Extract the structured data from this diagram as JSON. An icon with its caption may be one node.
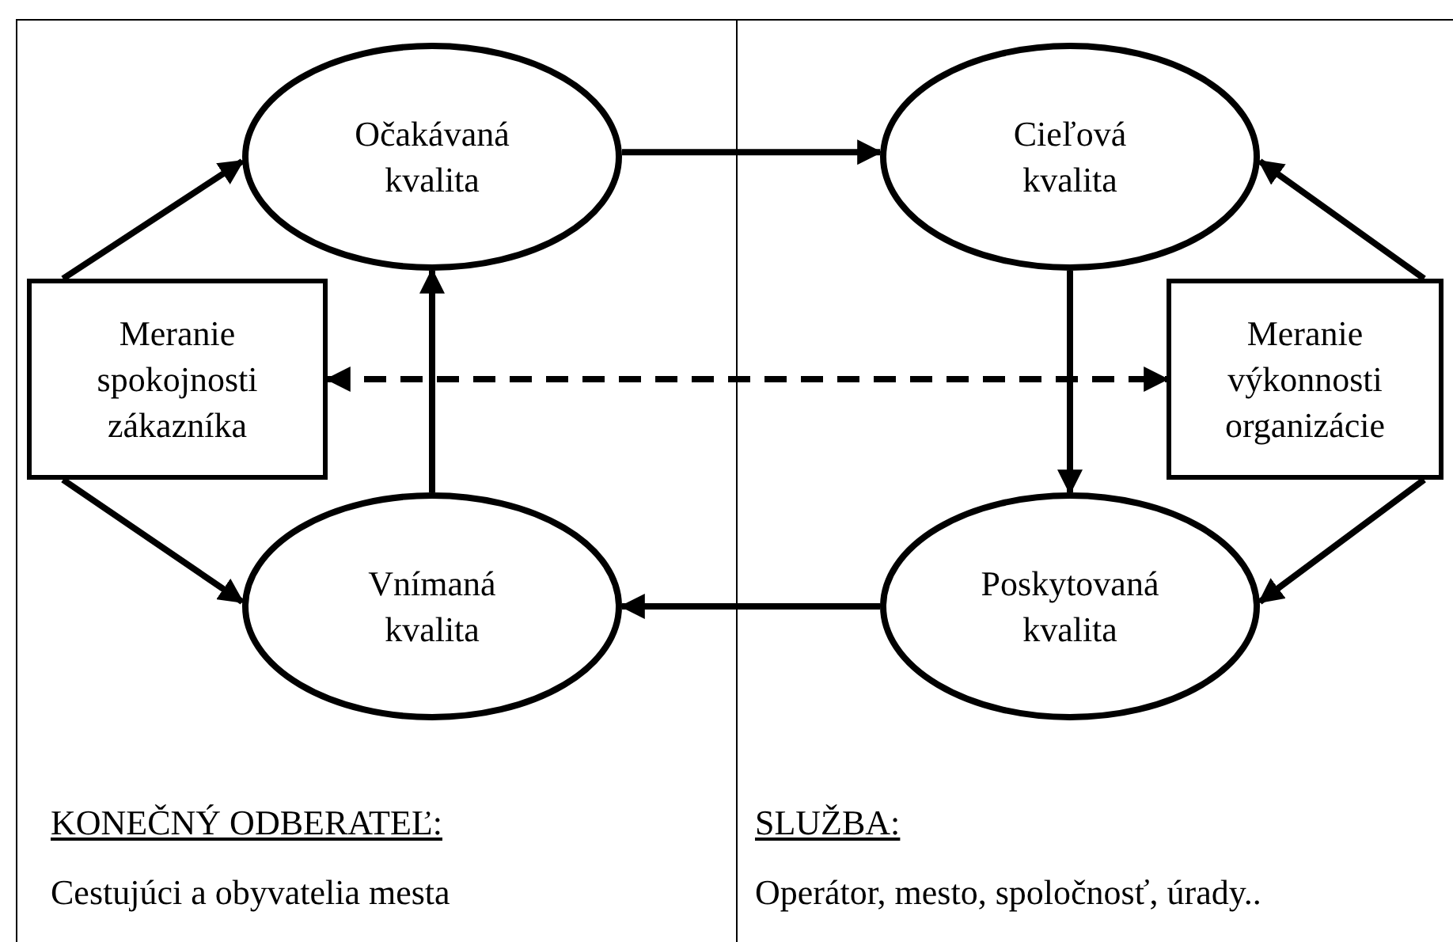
{
  "diagram": {
    "nodes": [
      {
        "text": [
          "Očakávaná kvalita"
        ]
      },
      {
        "text": [
          "Cieľová kvalita"
        ]
      },
      {
        "text": [
          "Meranie spokojnosti zákazníka"
        ]
      },
      {
        "text": [
          "Meranie výkonnosti organizácie"
        ]
      },
      {
        "text": [
          "Vnímaná kvalita"
        ]
      },
      {
        "text": [
          "Poskytovaná kvalita"
        ]
      }
    ],
    "edges": [
      {
        "from": 2,
        "to": 0,
        "arrow": "to"
      },
      {
        "from": 3,
        "to": 1,
        "arrow": "to"
      },
      {
        "from": 0,
        "to": 1,
        "arrow": "to"
      },
      {
        "from": 2,
        "to": 3,
        "arrow": "both",
        "style": "dashed"
      },
      {
        "from": 1,
        "to": 5,
        "arrow": "to"
      },
      {
        "from": 4,
        "to": 0,
        "arrow": "to"
      },
      {
        "from": 2,
        "to": 4,
        "arrow": "to"
      },
      {
        "from": 3,
        "to": 5,
        "arrow": "to"
      },
      {
        "from": 5,
        "to": 4,
        "arrow": "to"
      }
    ],
    "labels": [
      "KONEČNÝ ODBERATEĽ:",
      "Cestujúci a obyvatelia mesta",
      "SLUŽBA:",
      "Operátor, mesto, spoločnosť, úrady.."
    ]
  }
}
